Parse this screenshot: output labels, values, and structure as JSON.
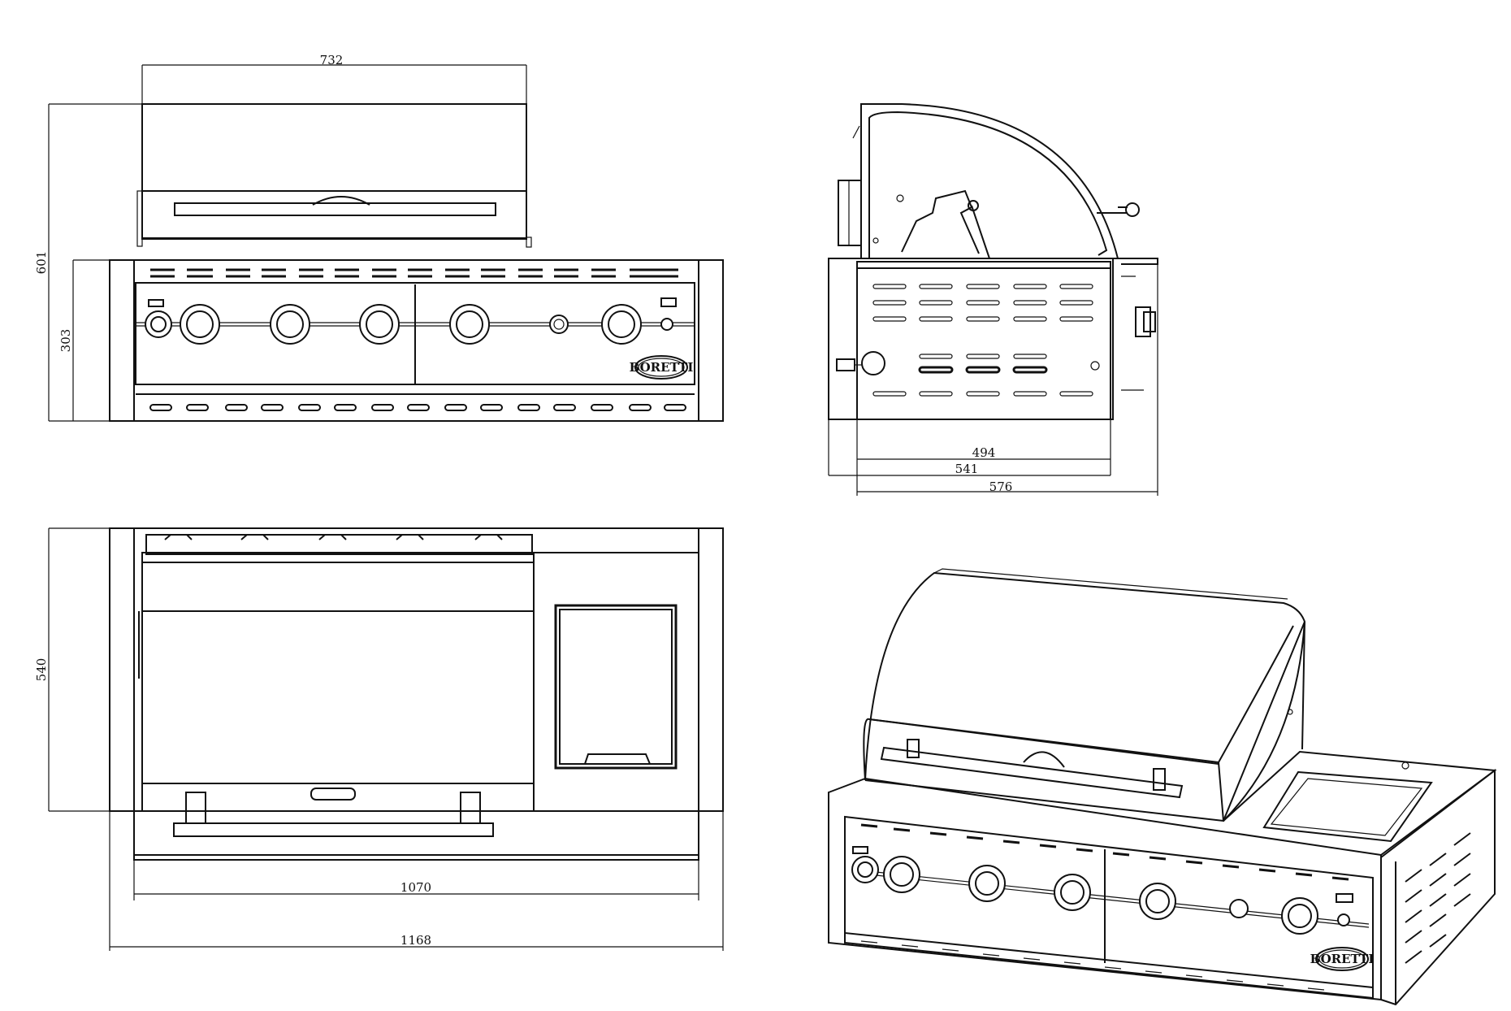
{
  "drawing": {
    "brand_badge": "BORETTI",
    "front_view": {
      "width_label": "732",
      "total_height_label": "601",
      "body_height_label": "303"
    },
    "side_view": {
      "label_494": "494",
      "label_541": "541",
      "label_576": "576"
    },
    "top_view": {
      "depth_label": "540",
      "inner_width_label": "1070",
      "outer_width_label": "1168"
    }
  }
}
